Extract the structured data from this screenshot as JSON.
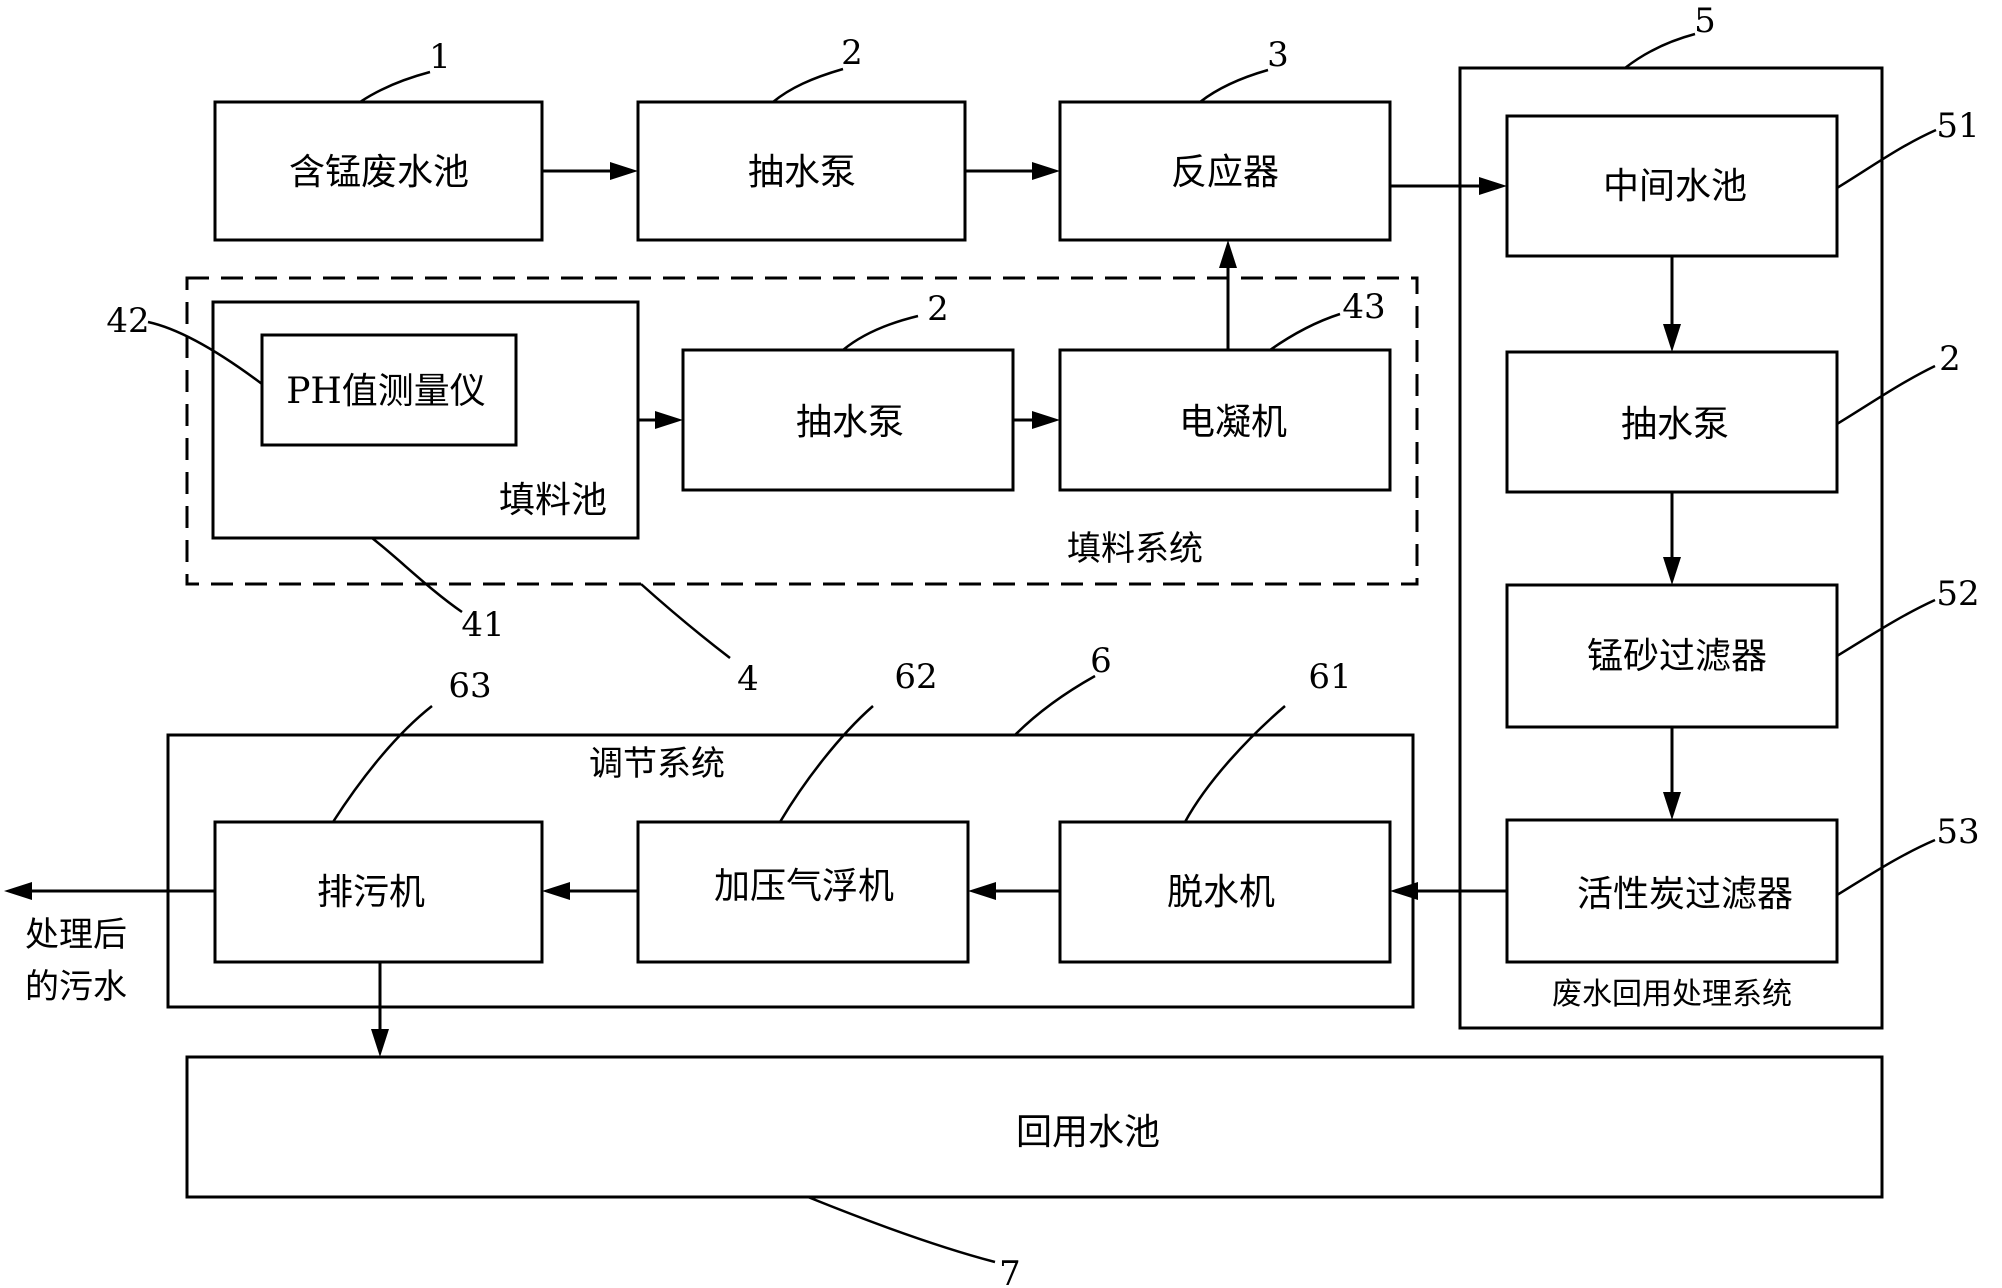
{
  "boxes": {
    "b1": "含锰废水池",
    "b2": "抽水泵",
    "b3": "反应器",
    "b42": "PH值测量仪",
    "b41": "填料池",
    "b4pump": "抽水泵",
    "b43": "电凝机",
    "b51": "中间水池",
    "b5pump": "抽水泵",
    "b52": "锰砂过滤器",
    "b53": "活性炭过滤器",
    "b61": "脱水机",
    "b62": "加压气浮机",
    "b63": "排污机",
    "b7": "回用水池"
  },
  "captions": {
    "fill_system": "填料系统",
    "reuse_system": "废水回用处理系统",
    "adjust_system": "调节系统",
    "outlet_line1": "处理后",
    "outlet_line2": "的污水"
  },
  "refs": {
    "r1": "1",
    "r2a": "2",
    "r3": "3",
    "r5": "5",
    "r51": "51",
    "r42": "42",
    "r2b": "2",
    "r43": "43",
    "r2c": "2",
    "r41": "41",
    "r4": "4",
    "r52": "52",
    "r63": "63",
    "r62": "62",
    "r6": "6",
    "r61": "61",
    "r53": "53",
    "r7": "7"
  }
}
